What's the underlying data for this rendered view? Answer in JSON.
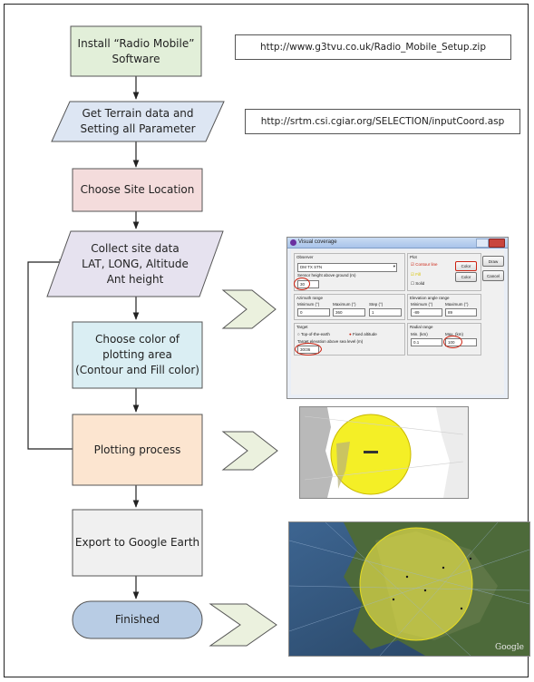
{
  "flow": {
    "step1": [
      "Install “Radio Mobile”",
      "Software"
    ],
    "step2": [
      "Get Terrain data and",
      "Setting all Parameter"
    ],
    "step3": [
      "Choose Site Location"
    ],
    "step4": [
      "Collect site data",
      "LAT, LONG, Altitude",
      "Ant height"
    ],
    "step5": [
      "Choose color of",
      "plotting area",
      "(Contour and Fill color)"
    ],
    "step6": [
      "Plotting process"
    ],
    "step7": [
      "Export to Google Earth"
    ],
    "step8": [
      "Finished"
    ]
  },
  "links": {
    "url1": "http://www.g3tvu.co.uk/Radio_Mobile_Setup.zip",
    "url2": "http://srtm.csi.cgiar.org/SELECTION/inputCoord.asp"
  },
  "dialog": {
    "title": "Visual coverage",
    "observer": "Observer",
    "observer_value": "DM TX STN",
    "sensor_height": "Sensor height above ground (m)",
    "sensor_value": "30",
    "plot": "Plot",
    "contour_line": "Contour line",
    "fill": "Fill",
    "solid": "Solid",
    "color": "Color",
    "draw": "Draw",
    "cancel": "Cancel",
    "azimuth": "Azimuth range",
    "minimum": "Minimum (°)",
    "maximum": "Maximum (°)",
    "step": "Step (°)",
    "az_min": "0",
    "az_max": "360",
    "az_step": "1",
    "elevation": "Elevation angle range",
    "el_min": "-89",
    "el_max": "89",
    "target": "Target",
    "top_of_earth": "Top-of-the-earth",
    "fixed_altitude": "Fixed altitude",
    "target_elev": "Target elevation above sea level (m)",
    "target_value": "30/36",
    "radial": "Radial range",
    "min_km": "Min. (km)",
    "max_km": "Max. (km)",
    "min_val": "0.1",
    "max_val": "100"
  },
  "google_label": "Google",
  "colors": {
    "step1": "#e2efd9",
    "step2": "#dde6f3",
    "step3": "#f4dcdc",
    "step4": "#e6e2ef",
    "step5": "#daeef3",
    "step6": "#fce5d0",
    "step7": "#f0f0f0",
    "step8": "#b8cce4",
    "stroke": "#555555",
    "chevron": "#ebf1de"
  }
}
